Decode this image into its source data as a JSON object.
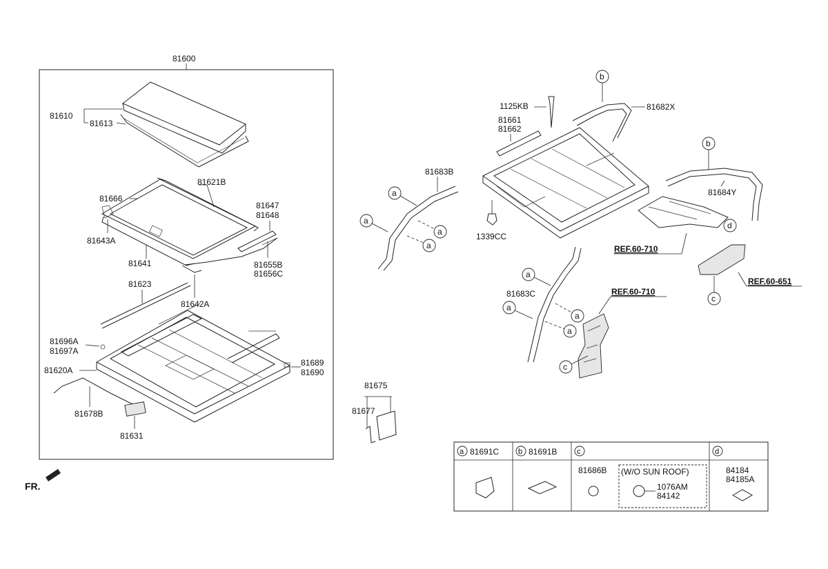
{
  "assembly": {
    "label": "81600"
  },
  "callouts": {
    "c81610": "81610",
    "c81613": "81613",
    "c81666": "81666",
    "c81621B": "81621B",
    "c81647": "81647",
    "c81648": "81648",
    "c81643A": "81643A",
    "c81641": "81641",
    "c81655B": "81655B",
    "c81656C": "81656C",
    "c81623": "81623",
    "c81642A": "81642A",
    "c81696A": "81696A",
    "c81697A": "81697A",
    "c81689": "81689",
    "c81690": "81690",
    "c81620A": "81620A",
    "c81678B": "81678B",
    "c81631": "81631",
    "c81675": "81675",
    "c81677": "81677",
    "c1125KB": "1125KB",
    "c81661": "81661",
    "c81662": "81662",
    "c81682X": "81682X",
    "c81683B": "81683B",
    "c1339CC": "1339CC",
    "c81684Y": "81684Y",
    "c81683C": "81683C"
  },
  "refs": {
    "ref1": "REF.60-710",
    "ref2": "REF.60-710",
    "ref3": "REF.60-651"
  },
  "letters": {
    "a": "a",
    "b": "b",
    "c": "c",
    "d": "d"
  },
  "orientation": {
    "label": "FR."
  },
  "legend": {
    "a_part": "81691C",
    "b_part": "81691B",
    "c_part": "81686B",
    "c_note": "(W/O SUN ROOF)",
    "c_alt1": "1076AM",
    "c_alt2": "84142",
    "d_part1": "84184",
    "d_part2": "84185A"
  }
}
